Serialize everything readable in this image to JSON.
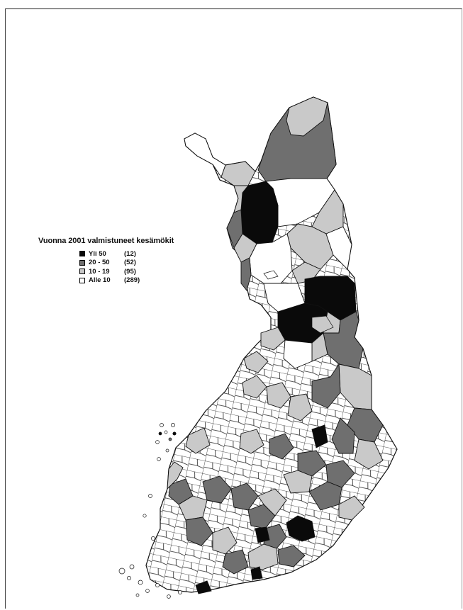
{
  "legend": {
    "title": "Vuonna 2001 valmistuneet kesämökit",
    "classes": [
      {
        "label": "Yli 50",
        "count": "(12)",
        "color": "#0a0a0a"
      },
      {
        "label": "20 - 50",
        "count": "(52)",
        "color": "#6f6f6f"
      },
      {
        "label": "10 - 19",
        "count": "(95)",
        "color": "#c9c9c9"
      },
      {
        "label": "Alle 10",
        "count": "(289)",
        "color": "#ffffff"
      }
    ]
  }
}
